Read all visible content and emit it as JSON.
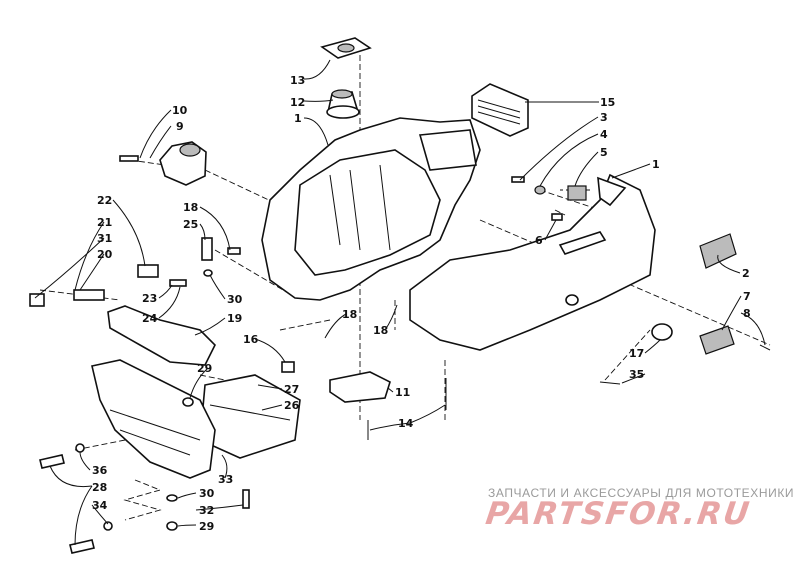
{
  "callouts": {
    "c13": "13",
    "c12": "12",
    "c1a": "1",
    "c15": "15",
    "c10": "10",
    "c9": "9",
    "c3": "3",
    "c4": "4",
    "c5": "5",
    "c1b": "1",
    "c22": "22",
    "c21": "21",
    "c31": "31",
    "c20": "20",
    "c18a": "18",
    "c25": "25",
    "c6": "6",
    "c23": "23",
    "c24": "24",
    "c30a": "30",
    "c19": "19",
    "c2": "2",
    "c7": "7",
    "c8": "8",
    "c18b": "18",
    "c18c": "18",
    "c16": "16",
    "c17": "17",
    "c35": "35",
    "c29a": "29",
    "c27": "27",
    "c26": "26",
    "c11": "11",
    "c14": "14",
    "c36": "36",
    "c28": "28",
    "c34": "34",
    "c33": "33",
    "c30b": "30",
    "c32": "32",
    "c29b": "29"
  },
  "watermark": {
    "caption": "ЗАПЧАСТИ И АКСЕССУАРЫ ДЛЯ МОТОТЕХНИКИ",
    "logo": "PARTSFOR.RU"
  },
  "colors": {
    "ink": "#111111",
    "watermark_text": "#9a9a9a",
    "watermark_logo": "#e8a6a6"
  }
}
